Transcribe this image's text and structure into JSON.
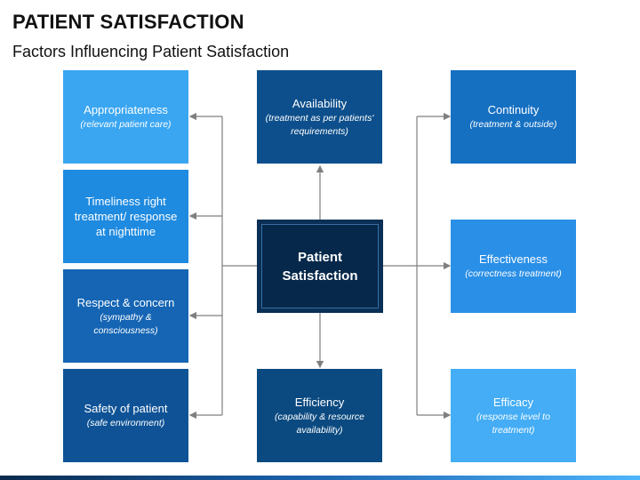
{
  "header": {
    "title": "PATIENT SATISFACTION",
    "subtitle": "Factors Influencing Patient Satisfaction"
  },
  "center": {
    "line1": "Patient",
    "line2": "Satisfaction"
  },
  "factors": {
    "appropriateness": {
      "label": "Appropriateness",
      "detail": "(relevant patient care)"
    },
    "timeliness": {
      "label": "Timeliness right treatment/ response at nighttime",
      "detail": ""
    },
    "respect": {
      "label": "Respect & concern",
      "detail": "(sympathy & consciousness)"
    },
    "safety": {
      "label": "Safety of patient",
      "detail": "(safe environment)"
    },
    "availability": {
      "label": "Availability",
      "detail": "(treatment as per patients' requirements)"
    },
    "efficiency": {
      "label": "Efficiency",
      "detail": "(capability & resource availability)"
    },
    "continuity": {
      "label": "Continuity",
      "detail": "(treatment & outside)"
    },
    "effectiveness": {
      "label": "Effectiveness",
      "detail": "(correctness treatment)"
    },
    "efficacy": {
      "label": "Efficacy",
      "detail": "(response level to treatment)"
    }
  },
  "colors": {
    "light_blue": "#3aa6f2",
    "medium_blue": "#1e78c8",
    "dark_blue": "#0f5396",
    "navy": "#0b4a80",
    "center_navy": "#06284a",
    "connector": "#7f7f7f"
  }
}
